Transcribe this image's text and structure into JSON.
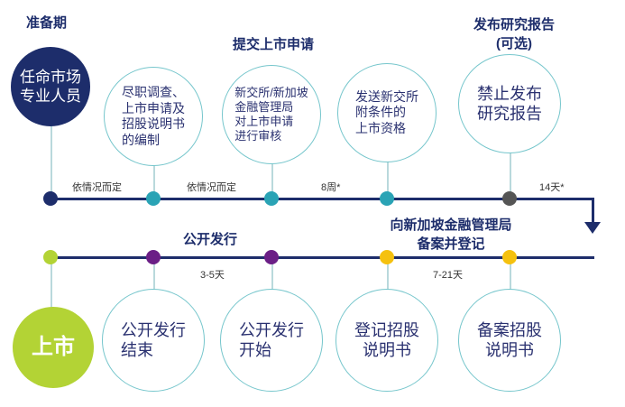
{
  "titles": {
    "prep": "准备期",
    "submit": "提交上市申请",
    "research_line1": "发布研究报告",
    "research_line2": "(可选)",
    "public_offer": "公开发行",
    "register_line1": "向新加坡金融管理局",
    "register_line2": "备案并登记"
  },
  "top_row": {
    "appoint_line1": "任命市场",
    "appoint_line2": "专业人员",
    "due_line1": "尽职调查、",
    "due_line2": "上市申请及",
    "due_line3": "招股说明书",
    "due_line4": "的编制",
    "review_line1": "新交所/新加坡",
    "review_line2": "金融管理局",
    "review_line3": "对上市申请",
    "review_line4": "进行审核",
    "cond_line1": "发送新交所",
    "cond_line2": "附条件的",
    "cond_line3": "上市资格",
    "ban_line1": "禁止发布",
    "ban_line2": "研究报告"
  },
  "timeline_labels": {
    "t1": "依情况而定",
    "t2": "依情况而定",
    "t3": "8周*",
    "t4": "14天*",
    "b1": "3-5天",
    "b2": "7-21天"
  },
  "bottom_row": {
    "listing": "上市",
    "end_line1": "公开发行",
    "end_line2": "结束",
    "start_line1": "公开发行",
    "start_line2": "开始",
    "reg_line1": "登记招股",
    "reg_line2": "说明书",
    "file_line1": "备案招股",
    "file_line2": "说明书"
  },
  "colors": {
    "navy": "#1d2d6b",
    "teal": "#2aa3b5",
    "gray": "#555555",
    "purple": "#6b1f86",
    "yellow": "#f5c10f",
    "lime": "#b3d335",
    "outline": "#76c6cc"
  }
}
